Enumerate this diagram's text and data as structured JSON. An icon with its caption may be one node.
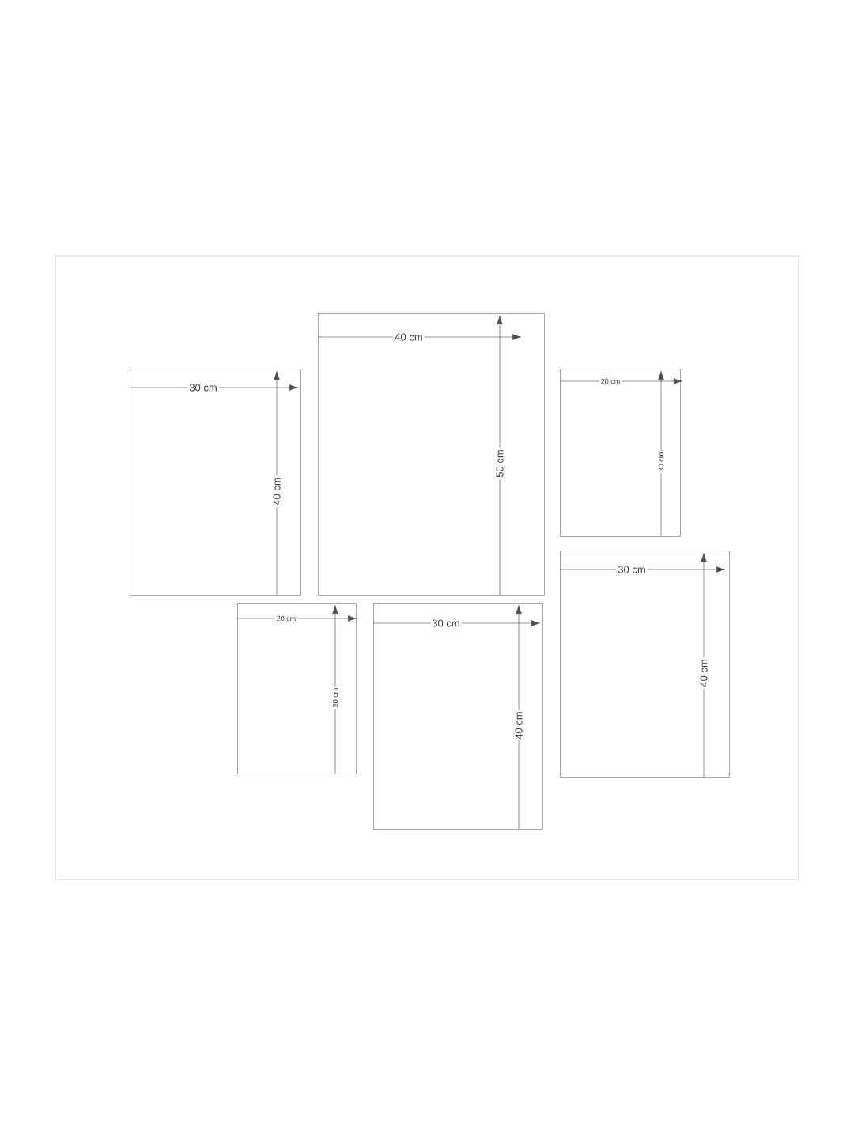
{
  "diagram": {
    "nodes": [
      {
        "text": [],
        "shape": "box"
      },
      {
        "text": [],
        "shape": "box"
      },
      {
        "text": [],
        "shape": "box"
      },
      {
        "text": [],
        "shape": "box"
      },
      {
        "text": [],
        "shape": "box"
      },
      {
        "text": [],
        "shape": "box"
      }
    ],
    "labels": [
      "30 cm",
      "40 cm",
      "40 cm",
      "50 cm",
      "20 cm",
      "30 cm",
      "20 cm",
      "30 cm",
      "30 cm",
      "40 cm",
      "30 cm",
      "40 cm"
    ]
  }
}
